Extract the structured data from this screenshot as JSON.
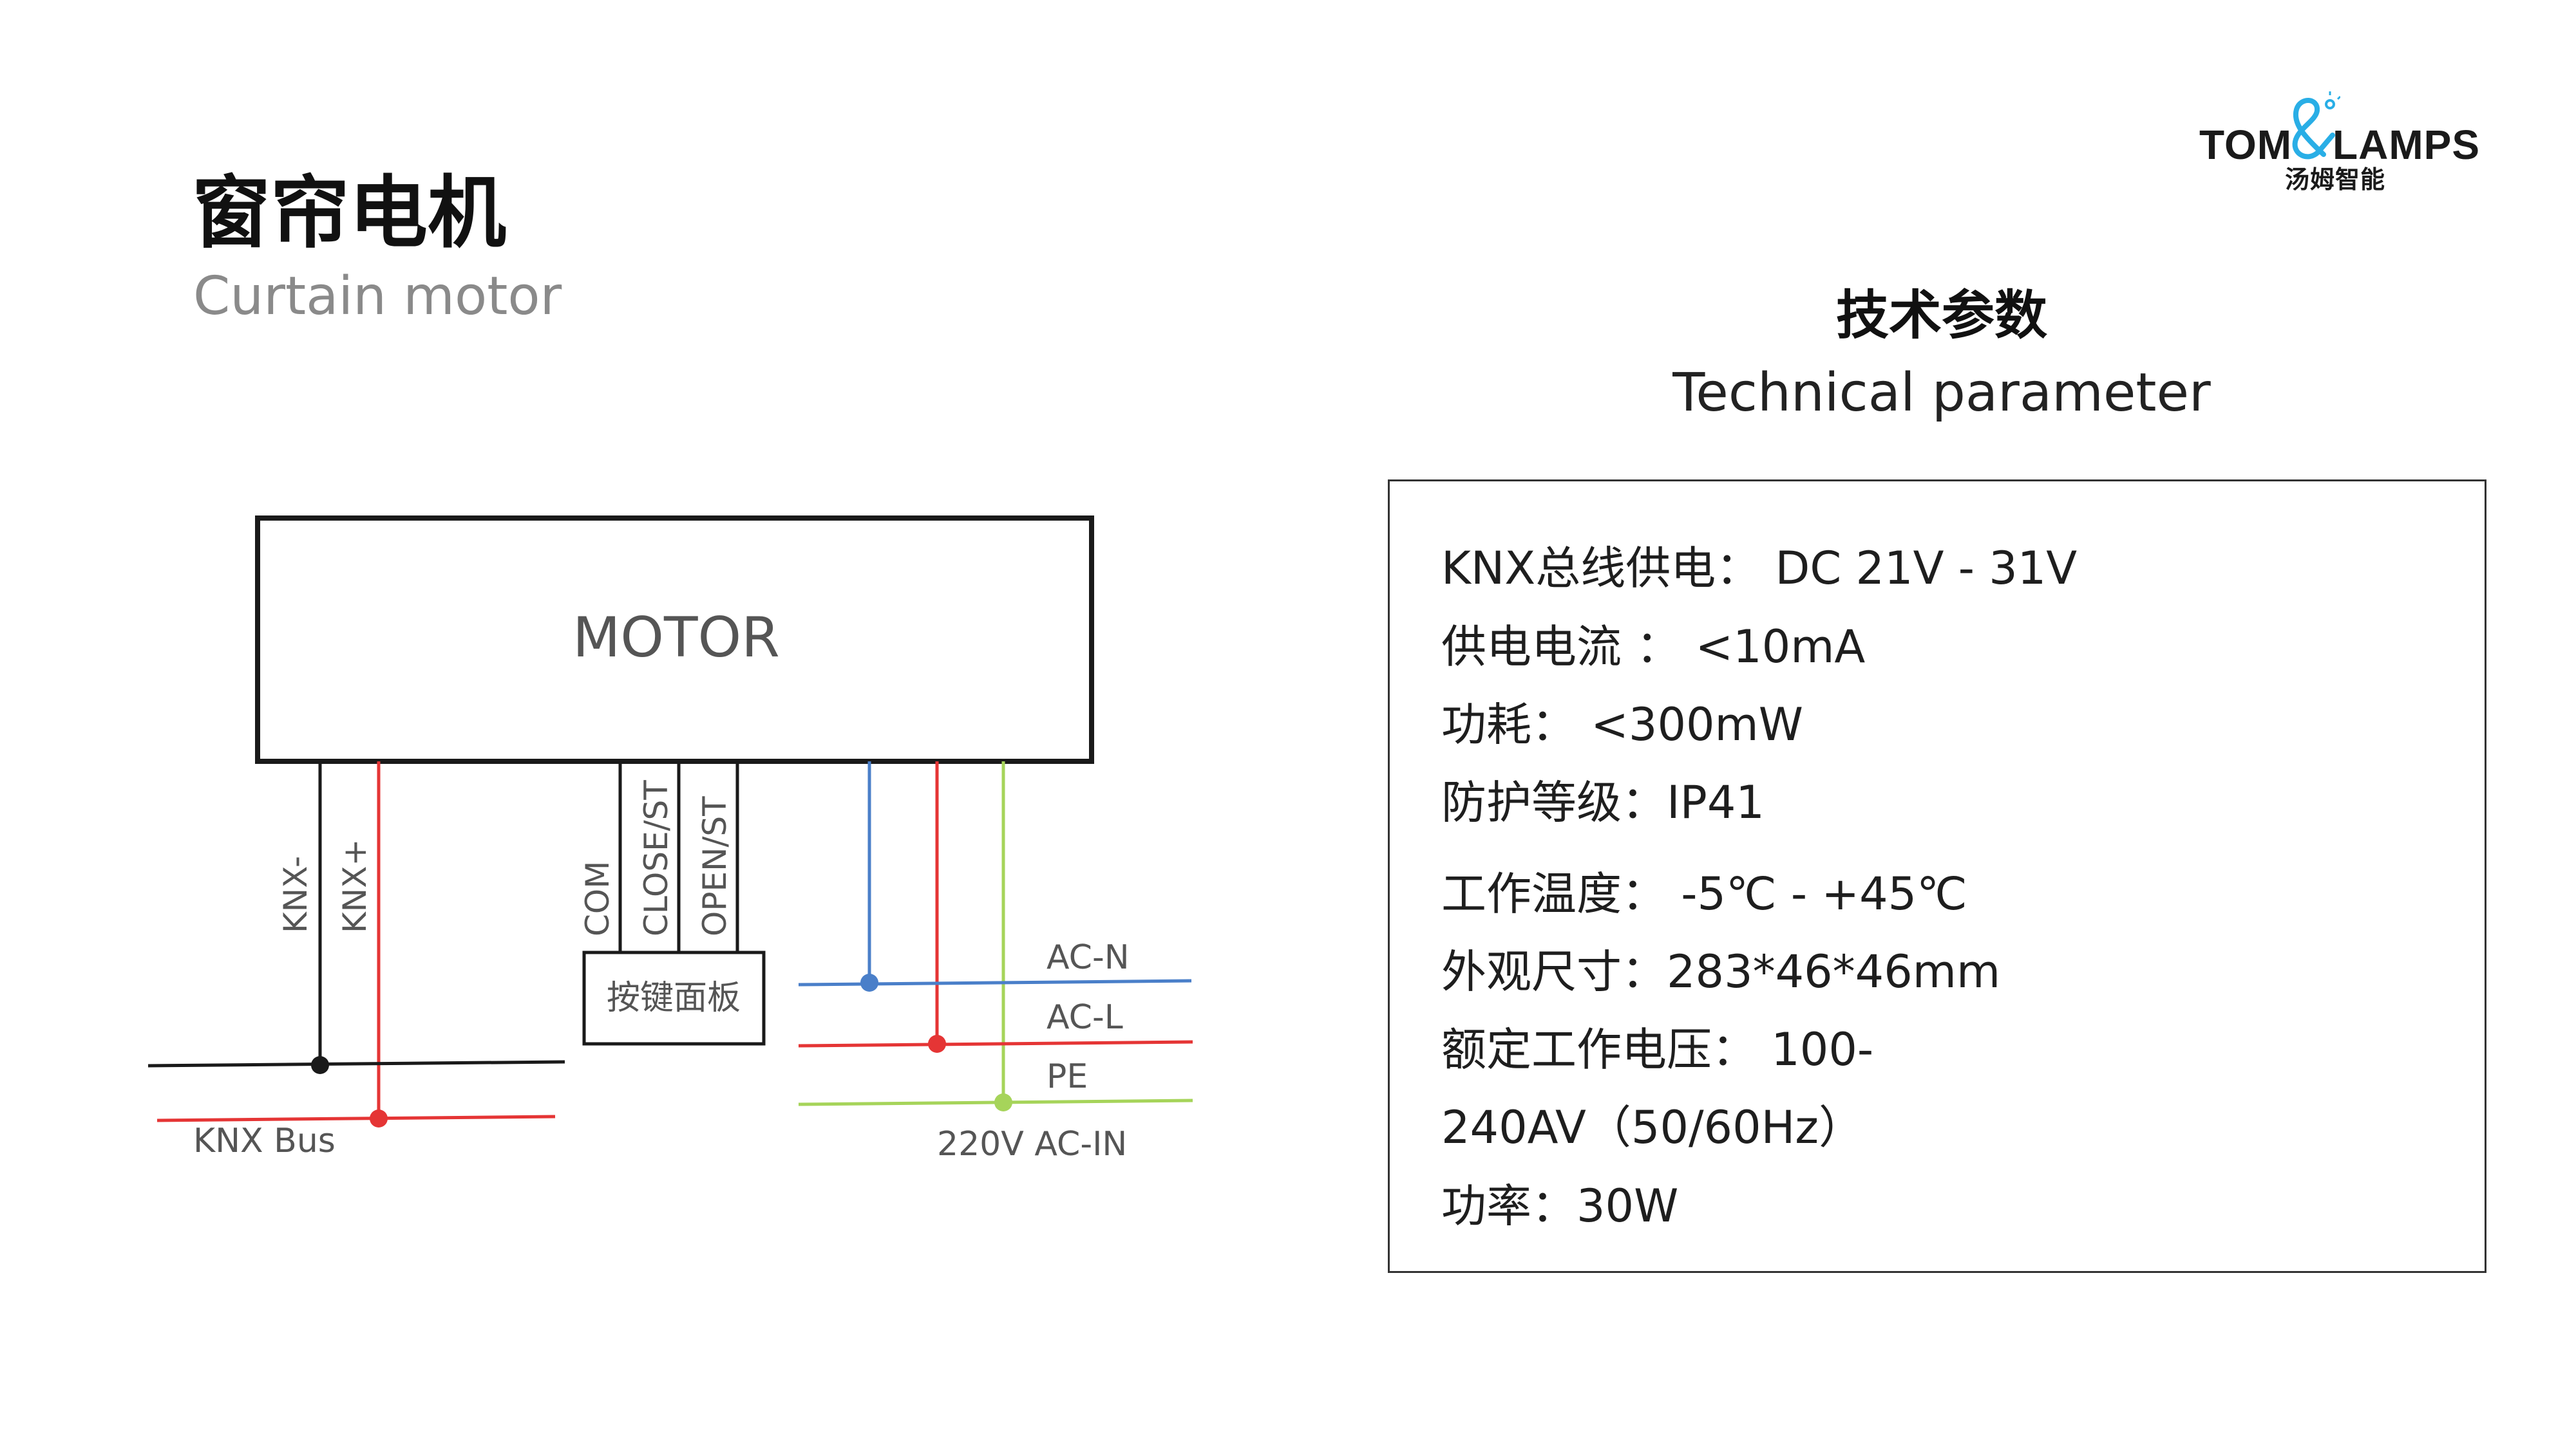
{
  "logo": {
    "left_word": "TOM",
    "right_word": "LAMPS",
    "subtitle": "汤姆智能",
    "amp_icon": "ampersand-lamp-icon",
    "accent_color": "#29aee6"
  },
  "title": {
    "cn": "窗帘电机",
    "en": "Curtain motor"
  },
  "section": {
    "cn": "技术参数",
    "en": "Technical parameter"
  },
  "specs": [
    "KNX总线供电： DC 21V - 31V",
    "供电电流 ： <10mA",
    "功耗： <300mW",
    "防护等级：IP41",
    "工作温度： -5℃ - +45℃",
    "外观尺寸：283*46*46mm",
    "额定工作电压： 100-",
    "240AV（50/60Hz）",
    "功率：30W"
  ],
  "diagram": {
    "motor_label": "MOTOR",
    "terminals": {
      "knx_minus": "KNX-",
      "knx_plus": "KNX+",
      "com": "COM",
      "close": "CLOSE/ST",
      "open": "OPEN/ST"
    },
    "panel_label": "按键面板",
    "bus_label": "KNX Bus",
    "ac_labels": {
      "n": "AC-N",
      "l": "AC-L",
      "pe": "PE"
    },
    "ac_in_label": "220V AC-IN",
    "colors": {
      "black": "#1a1a1a",
      "red": "#e53535",
      "blue": "#4a7fc9",
      "green": "#a6d45a"
    }
  }
}
